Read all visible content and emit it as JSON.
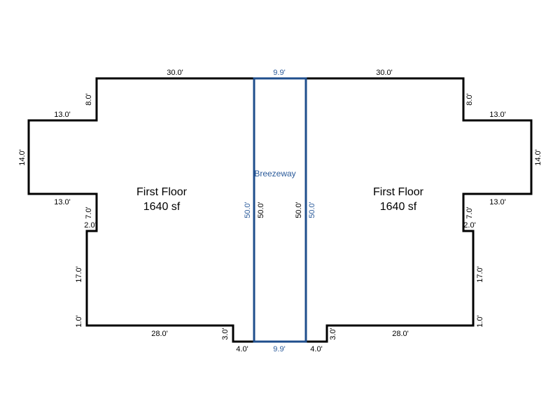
{
  "colors": {
    "wall": "#000000",
    "breezeway": "#1f4e8c",
    "breezeway_text": "#2a5a9a"
  },
  "left_room": {
    "name": "First Floor",
    "area": "1640 sf",
    "dims": {
      "top": "30.0'",
      "notch_top": "8.0'",
      "wing_top": "13.0'",
      "wing_side": "14.0'",
      "wing_bottom": "13.0'",
      "notch_mid": "7.0'",
      "step_small": "2.0'",
      "lower_side": "17.0'",
      "step_bottom": "1.0'",
      "bottom": "28.0'",
      "jog_height": "3.0'",
      "jog_width": "4.0'",
      "inner_side": "50.0'"
    }
  },
  "right_room": {
    "name": "First Floor",
    "area": "1640 sf",
    "dims": {
      "top": "30.0'",
      "notch_top": "8.0'",
      "wing_top": "13.0'",
      "wing_side": "14.0'",
      "wing_bottom": "13.0'",
      "notch_mid": "7.0'",
      "step_small": "2.0'",
      "lower_side": "17.0'",
      "step_bottom": "1.0'",
      "bottom": "28.0'",
      "jog_height": "3.0'",
      "jog_width": "4.0'",
      "inner_side": "50.0'"
    }
  },
  "breezeway": {
    "name": "Breezeway",
    "top": "9.9'",
    "bottom": "9.9'",
    "left": "50.0'",
    "right": "50.0'"
  }
}
